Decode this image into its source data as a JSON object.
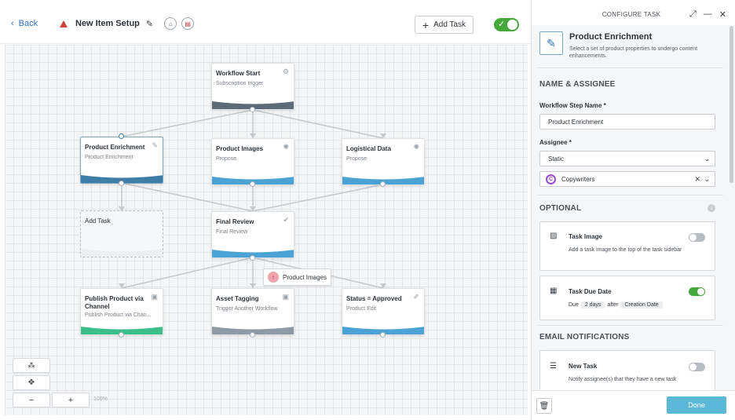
{
  "header": {
    "back_label": "Back",
    "title": "New Item Setup",
    "add_task_label": "Add Task",
    "active_toggle": true
  },
  "canvas": {
    "nodes": [
      {
        "id": "workflow-start",
        "title": "Workflow Start",
        "subtitle": "Subscription trigger",
        "icon": "gear-icon",
        "color": "#5e6b77"
      },
      {
        "id": "product-enrichment",
        "title": "Product Enrichment",
        "subtitle": "Product Enrichment",
        "icon": "pencil-icon",
        "color": "#3e7da6",
        "selected": true
      },
      {
        "id": "product-images",
        "title": "Product Images",
        "subtitle": "Propose",
        "icon": "bulb-icon",
        "color": "#4aa3d4"
      },
      {
        "id": "logistical-data",
        "title": "Logistical Data",
        "subtitle": "Propose",
        "icon": "bulb-icon",
        "color": "#4aa3d4"
      },
      {
        "id": "add-task-placeholder",
        "title": "Add Task",
        "subtitle": "",
        "icon": "",
        "color": "#eceef0"
      },
      {
        "id": "final-review",
        "title": "Final Review",
        "subtitle": "Final Review",
        "icon": "double-check-icon",
        "color": "#4aa3d4"
      },
      {
        "id": "publish-product",
        "title": "Publish Product via Channel",
        "subtitle": "Publish Product via Chan...",
        "icon": "publish-icon",
        "color": "#3dbf8c"
      },
      {
        "id": "asset-tagging",
        "title": "Asset Tagging",
        "subtitle": "Trigger Another Workflow",
        "icon": "workflow-icon",
        "color": "#8f9aa4"
      },
      {
        "id": "status-approved",
        "title": "Status = Approved",
        "subtitle": "Product Edit",
        "icon": "edit-icon",
        "color": "#4aa3d4"
      }
    ],
    "drag_chip_label": "Product Images",
    "zoom_level": "100%"
  },
  "panel": {
    "header_title": "CONFIGURE TASK",
    "task_name": "Product Enrichment",
    "task_description": "Select a set of product properties to undergo content enhancements.",
    "section_name_assignee": "NAME & ASSIGNEE",
    "step_name_label": "Workflow Step Name *",
    "step_name_value": "Product Enrichment",
    "assignee_label": "Assignee *",
    "assignee_type": "Static",
    "assignee_group": "Copywriters",
    "assignee_group_initial": "C",
    "section_optional": "OPTIONAL",
    "task_image": {
      "title": "Task Image",
      "description": "Add a task image to the top of the task sidebar",
      "enabled": false
    },
    "due_date": {
      "title": "Task Due Date",
      "prefix": "Due",
      "amount": "2 days",
      "relation": "after",
      "anchor": "Creation Date",
      "enabled": true
    },
    "section_email": "EMAIL NOTIFICATIONS",
    "new_task": {
      "title": "New Task",
      "description": "Notify assignee(s) that they have a new task",
      "enabled": false
    },
    "done_label": "Done"
  }
}
